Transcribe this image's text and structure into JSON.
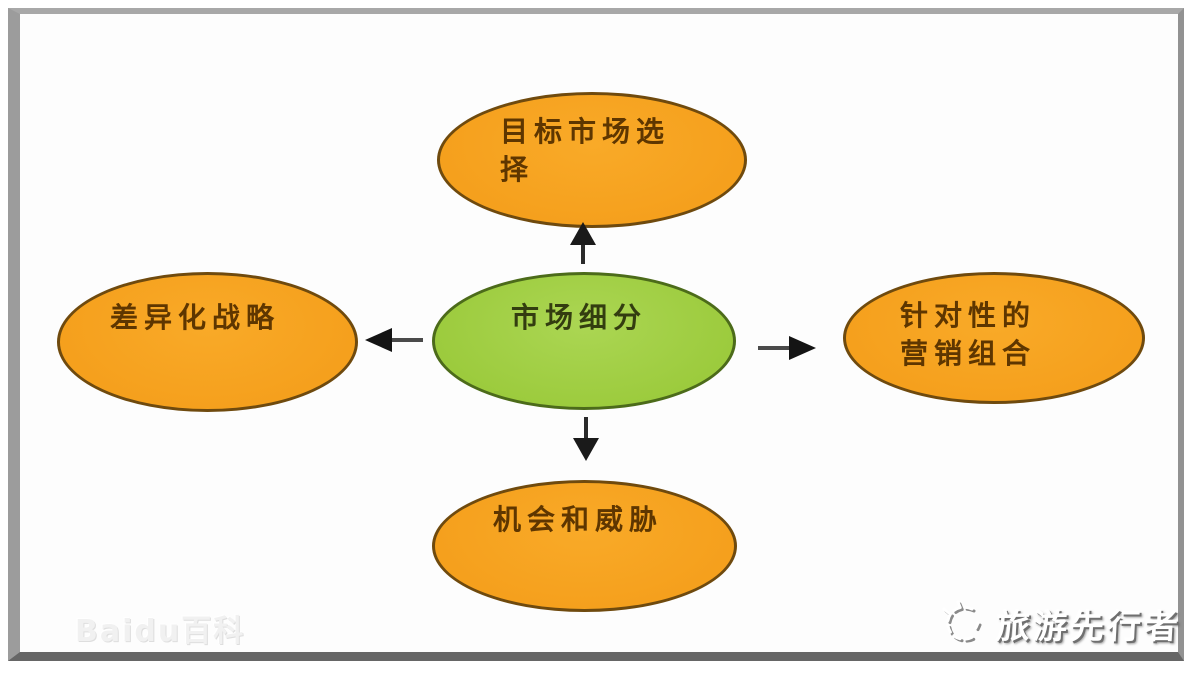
{
  "diagram": {
    "center": {
      "label": "市场细分"
    },
    "nodes": {
      "top": {
        "line1": "目标市场选",
        "line2": "择"
      },
      "left": {
        "line1": "差异化战略"
      },
      "right": {
        "line1": "针对性的",
        "line2": "营销组合"
      },
      "bottom": {
        "line1": "机会和威胁"
      }
    },
    "colors": {
      "node-fill": "#f5a01d",
      "node-border": "#6f4a0e",
      "node-text": "#5e3600",
      "center-fill": "#9ccb3d",
      "center-border": "#4c6b1a",
      "center-text": "#333d10",
      "arrow": "#1c1c1c"
    }
  },
  "watermarks": {
    "baidu": "Baidu百科",
    "brand": "旅游先行者"
  }
}
